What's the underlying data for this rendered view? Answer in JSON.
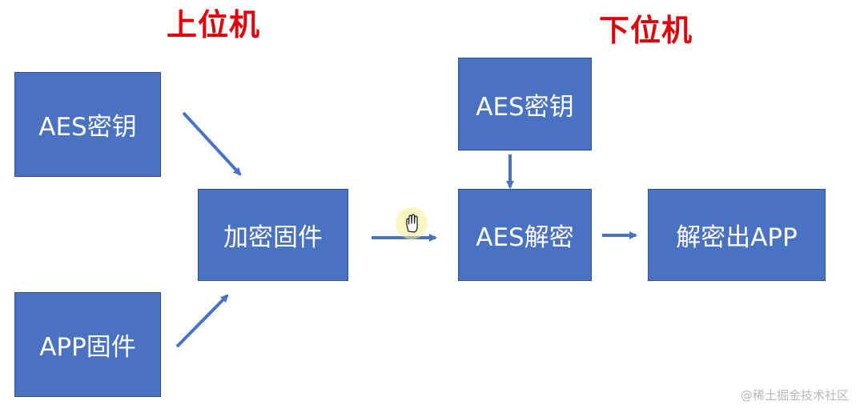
{
  "headings": {
    "host": "上位机",
    "device": "下位机"
  },
  "nodes": {
    "aes_key_host": "AES密钥",
    "app_firmware": "APP固件",
    "encrypt_firmware": "加密固件",
    "aes_key_device": "AES密钥",
    "aes_decrypt": "AES解密",
    "decrypt_app": "解密出APP"
  },
  "watermark": "@稀土掘金技术社区",
  "colors": {
    "heading": "#e0000a",
    "box_fill": "#4a72c2",
    "box_border": "#2f528f",
    "arrow": "#4a72c2"
  },
  "cursor_icon": "hand-cursor-icon"
}
